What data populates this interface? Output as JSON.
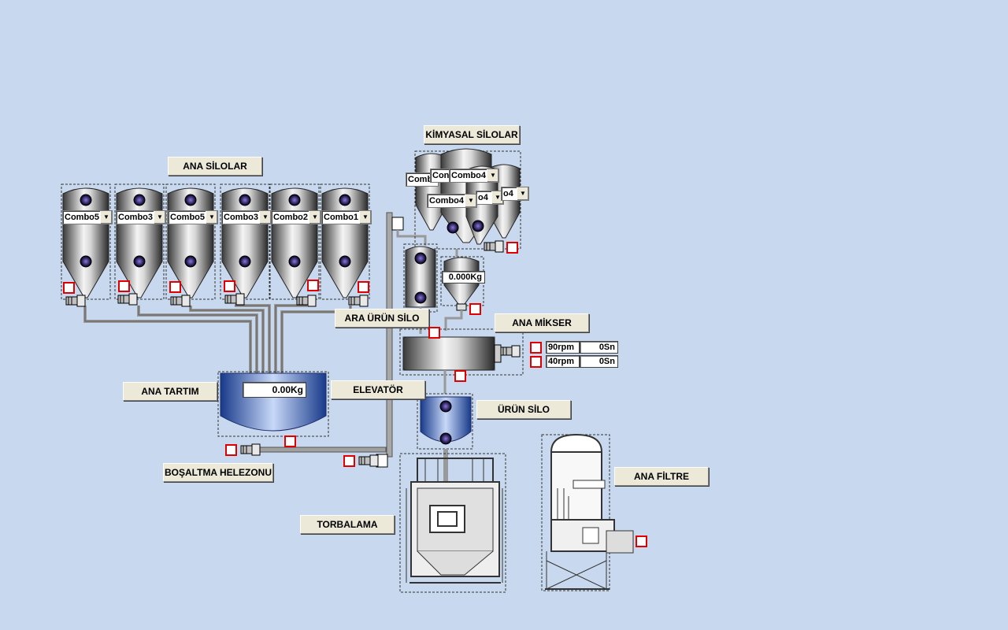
{
  "labels": {
    "ana_silolar": "ANA SİLOLAR",
    "kimyasal_silolar": "KİMYASAL SİLOLAR",
    "ara_urun_silo": "ARA ÜRÜN SİLO",
    "ana_mikser": "ANA MİKSER",
    "ana_tartim": "ANA TARTIM",
    "elevator": "ELEVATÖR",
    "urun_silo": "ÜRÜN SİLO",
    "bosaltma_helezonu": "BOŞALTMA HELEZONU",
    "torbalama": "TORBALAMA",
    "ana_filtre": "ANA FİLTRE"
  },
  "main_silos": [
    {
      "combo": "Combo5"
    },
    {
      "combo": "Combo3"
    },
    {
      "combo": "Combo5"
    },
    {
      "combo": "Combo3"
    },
    {
      "combo": "Combo2"
    },
    {
      "combo": "Combo1"
    }
  ],
  "chem_silos": [
    {
      "combo": "Comb"
    },
    {
      "combo": "Con"
    },
    {
      "combo": "Combo4"
    },
    {
      "combo": "o4"
    },
    {
      "combo": "o4"
    },
    {
      "combo": "Combo4"
    }
  ],
  "ana_tartim_weight": "0.00Kg",
  "chem_weight": "0.000Kg",
  "mixer": {
    "speed1": "90rpm",
    "time1": "0Sn",
    "speed2": "40rpm",
    "time2": "0Sn"
  },
  "colors": {
    "background": "#c8d8ee",
    "alarm": "#e00000",
    "weigh_blue": "#2a55b8"
  }
}
